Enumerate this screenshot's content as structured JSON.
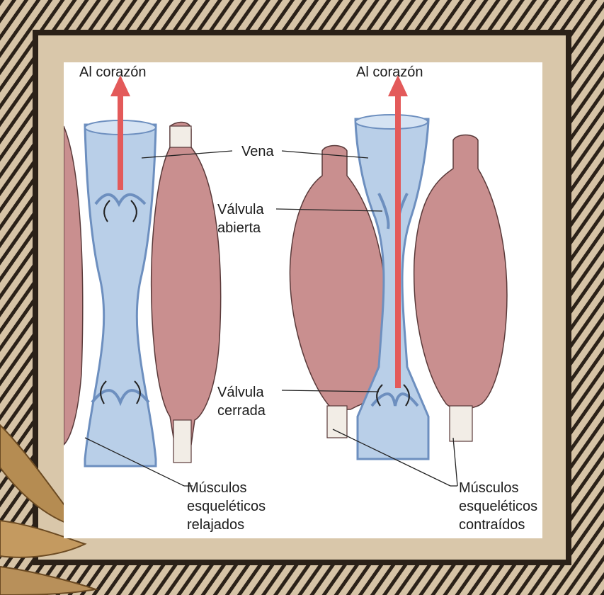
{
  "diagram": {
    "left_panel": {
      "arrow_label": "Al corazón",
      "muscles_label": [
        "Músculos",
        "esqueléticos",
        "relajados"
      ]
    },
    "right_panel": {
      "arrow_label": "Al corazón",
      "muscles_label": [
        "Músculos",
        "esqueléticos",
        "contraídos"
      ]
    },
    "center_labels": {
      "vein": "Vena",
      "valve_open": [
        "Válvula",
        "abierta"
      ],
      "valve_closed": [
        "Válvula",
        "cerrada"
      ]
    }
  },
  "colors": {
    "frame_dark": "#2b2118",
    "frame_paper": "#d8c5a8",
    "vein_blue": "#b9cfe8",
    "vein_outline": "#6d8fbf",
    "muscle": "#c98f8f",
    "arrow_red": "#e35a5a"
  }
}
